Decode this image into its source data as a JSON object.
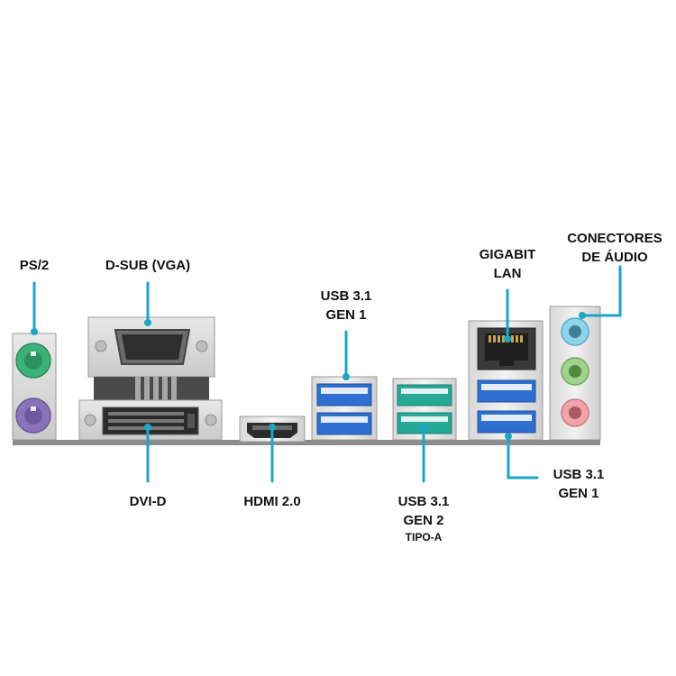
{
  "colors": {
    "leader": "#1aa6c8",
    "ps2_mouse": "#3bb27a",
    "ps2_keyboard": "#8a73b8",
    "usb_gen1": "#2f6fd0",
    "usb_gen2": "#25a896",
    "audio_line_in": "#8fd3ea",
    "audio_line_out": "#9fd38b",
    "audio_mic": "#f0a3a8"
  },
  "labels": {
    "ps2": "PS/2",
    "dsub": "D-SUB (VGA)",
    "dvi": "DVI-D",
    "hdmi": "HDMI 2.0",
    "usb31_gen1_left": {
      "line1": "USB 3.1",
      "line2": "GEN 1"
    },
    "usb31_gen2": {
      "line1": "USB 3.1",
      "line2": "GEN 2",
      "line3": "TIPO-A"
    },
    "gigabit_lan": {
      "line1": "GIGABIT",
      "line2": "LAN"
    },
    "audio": {
      "line1": "CONECTORES",
      "line2": "DE ÁUDIO"
    },
    "usb31_gen1_right": {
      "line1": "USB 3.1",
      "line2": "GEN 1"
    }
  },
  "icons": [
    "ps2-port-icon",
    "vga-port-icon",
    "dvi-port-icon",
    "hdmi-port-icon",
    "usb-port-icon",
    "rj45-port-icon",
    "audio-jack-icon"
  ]
}
